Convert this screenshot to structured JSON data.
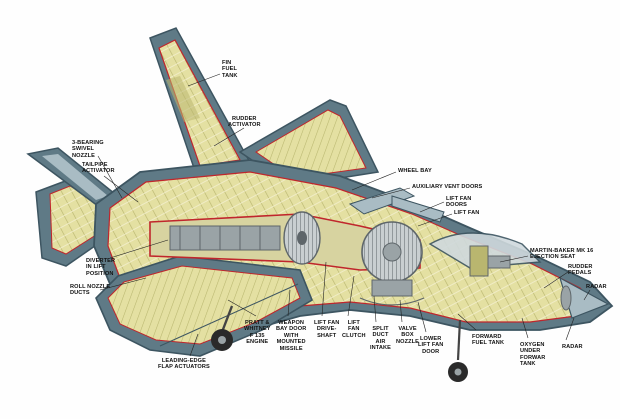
{
  "colors": {
    "skin": "#5f7a86",
    "skin_dark": "#3d5561",
    "skin_light": "#a9bcc4",
    "interior": "#e4e0a2",
    "interior_dark": "#b9b66f",
    "frame": "#f3f0cf",
    "duct_red": "#c0262c",
    "engine": "#9aa3a6",
    "engine_dark": "#5e666a",
    "canopy": "#cfd9dd",
    "tyre": "#2a2a2a",
    "leader": "#222222"
  },
  "labels": {
    "fin_fuel_tank": "FIN\nFUEL\nTANK",
    "rudder_activator": "RUDDER\nACTIVATOR",
    "bearing_swivel_nozzle": "3-BEARING\nSWIVEL\nNOZZLE",
    "tailpipe_activator": "TAILPIPE\nACTIVATOR",
    "wheel_bay": "WHEEL BAY",
    "auxiliary_vent_doors": "AUXILIARY VENT DOORS",
    "lift_fan_doors": "LIFT FAN\nDOORS",
    "lift_fan": "LIFT FAN",
    "martin_baker_seat": "MARTIN-BAKER MK 16\nEJECTION SEAT",
    "rudder_pedals": "RUDDER\nPEDALS",
    "radar_upper": "RADAR",
    "diverter": "DIVERTER\nIN LIFT\nPOSITION",
    "roll_nozzle_ducts": "ROLL NOZZLE\nDUCTS",
    "pratt_whitney": "PRATT &\nWHITNEY\nF 135\nENGINE",
    "weapon_bay_door": "WEAPON\nBAY DOOR\nWITH\nMOUNTED\nMISSILE",
    "lift_fan_drive_shaft": "LIFT FAN\nDRIVE-\nSHAFT",
    "lift_fan_clutch": "LIFT\nFAN\nCLUTCH",
    "split_duct_air_intake": "SPLIT\nDUCT\nAIR\nINTAKE",
    "valve_box_nozzle": "VALVE\nBOX\nNOZZLE",
    "lower_lift_fan_door": "LOWER\nLIFT FAN\nDOOR",
    "forward_fuel_tank": "FORWARD\nFUEL TANK",
    "oxygen_tank": "OXYGEN\nUNDER\nFORWAR\nTANK",
    "radar_lower": "RADAR",
    "leading_edge_flap_actuators": "LEADING-EDGE\nFLAP ACTUATORS"
  }
}
